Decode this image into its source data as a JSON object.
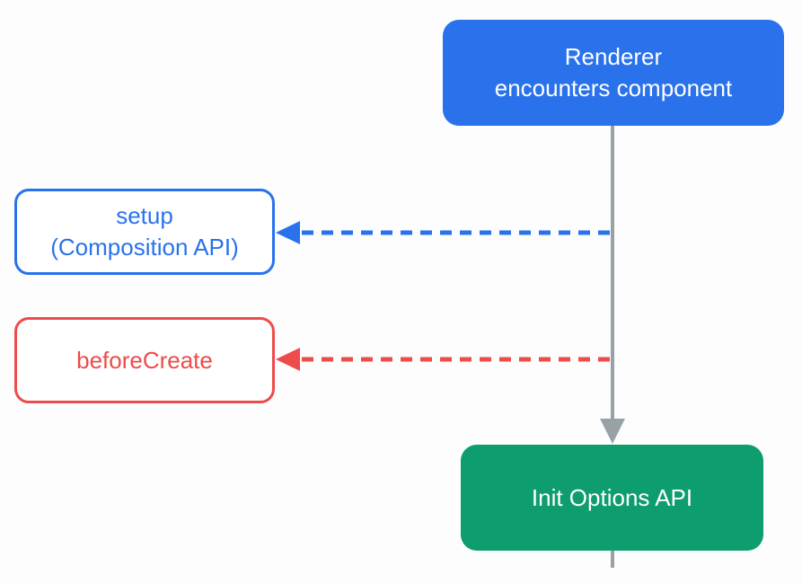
{
  "diagram": {
    "nodes": {
      "renderer": {
        "label": "Renderer\nencounters component",
        "shape": "rounded-rect-filled",
        "fill": "blue",
        "text_color": "white"
      },
      "setup": {
        "label": "setup\n(Composition API)",
        "shape": "rounded-rect-outline",
        "border": "blue",
        "text_color": "blue"
      },
      "before_create": {
        "label": "beforeCreate",
        "shape": "rounded-rect-outline",
        "border": "red",
        "text_color": "red"
      },
      "init_options": {
        "label": "Init Options API",
        "shape": "rounded-rect-filled",
        "fill": "green",
        "text_color": "white"
      }
    },
    "edges": [
      {
        "from": "renderer",
        "to": "init_options",
        "style": "solid",
        "color": "gray",
        "arrowhead": "down"
      },
      {
        "from": "main_flow",
        "to": "setup",
        "style": "dashed",
        "color": "blue",
        "arrowhead": "left"
      },
      {
        "from": "main_flow",
        "to": "before_create",
        "style": "dashed",
        "color": "red",
        "arrowhead": "left"
      },
      {
        "from": "init_options",
        "to": "below",
        "style": "solid",
        "color": "gray",
        "arrowhead": "none"
      }
    ]
  },
  "colors": {
    "blue": "#2a72ec",
    "red": "#ee4b4b",
    "green": "#0d9d6e",
    "gray": "#98a2a6",
    "white": "#ffffff",
    "background": "#fdfdfd"
  }
}
